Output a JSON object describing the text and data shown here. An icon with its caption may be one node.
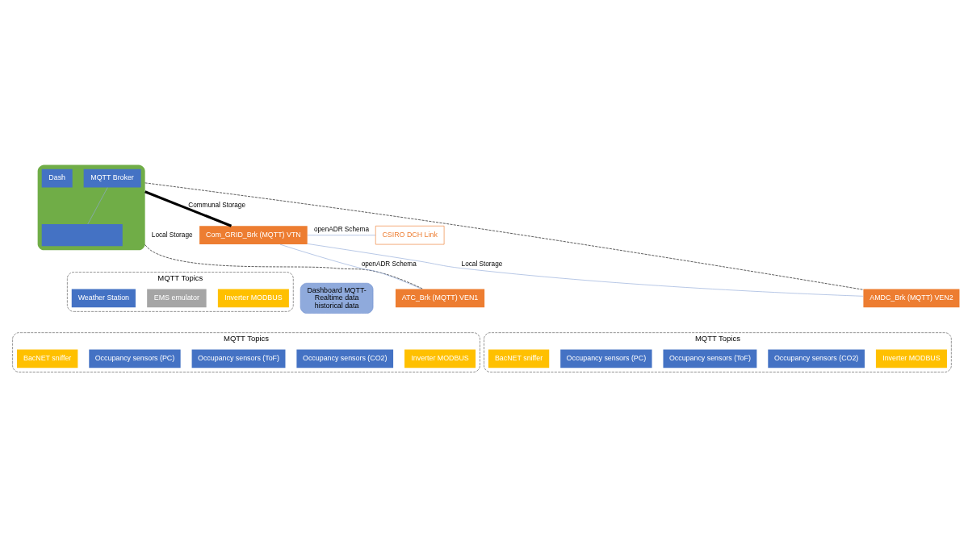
{
  "diagram": {
    "nodes": [
      {
        "text": [],
        "shape": "box"
      },
      {
        "text": [
          "MQTT Broker"
        ],
        "in": 0
      },
      {
        "text": [],
        "shape": "box",
        "in": 0
      },
      {
        "text": [
          "Dash"
        ],
        "in": 0
      },
      {
        "text": [
          "Com_GRID_Brk (MQTT) VTN"
        ]
      },
      {
        "text": [
          "CSIRO DCH Link"
        ]
      },
      {
        "text": [
          "MQTT Topics"
        ]
      },
      {
        "text": [
          "Inverter MODBUS"
        ],
        "in": 6
      },
      {
        "text": [
          "EMS emulator"
        ],
        "in": 6
      },
      {
        "text": [
          "Weather Station"
        ],
        "in": 6
      },
      {
        "text": [
          "Dashboard MQTT- Realtime data historical data"
        ]
      },
      {
        "text": [
          "ATC_Brk (MQTT) VEN1"
        ]
      },
      {
        "text": [
          "AMDC_Brk (MQTT) VEN2"
        ]
      },
      {
        "text": [
          "MQTT Topics"
        ]
      },
      {
        "text": [
          "Inverter MODBUS"
        ],
        "in": 13
      },
      {
        "text": [
          "Occupancy sensors (CO2)"
        ],
        "in": 13
      },
      {
        "text": [
          "Occupancy sensors (ToF)"
        ],
        "in": 13
      },
      {
        "text": [
          "Occupancy sensors (PC)"
        ],
        "in": 13
      },
      {
        "text": [
          "BacNET sniffer"
        ],
        "in": 13
      },
      {
        "text": [
          "MQTT Topics"
        ]
      },
      {
        "text": [
          "Inverter MODBUS"
        ],
        "in": 19
      },
      {
        "text": [
          "Occupancy sensors (CO2)"
        ],
        "in": 19
      },
      {
        "text": [
          "Occupancy sensors (ToF)"
        ],
        "in": 19
      },
      {
        "text": [
          "Occupancy sensors (PC)"
        ],
        "in": 19
      },
      {
        "text": [
          "BacNET sniffer"
        ],
        "in": 19
      }
    ],
    "edges": [
      {
        "from": 1,
        "to": 2,
        "arrow": "none"
      },
      {
        "from": 0,
        "to": 4,
        "arrow": "none",
        "label": "Communal Storage",
        "style": "thick",
        "color": "#000000"
      },
      {
        "from": 4,
        "to": 5,
        "arrow": "none",
        "label": "openADR Schema"
      },
      {
        "from": 0,
        "to": 11,
        "arrow": "none",
        "label": "Local Storage",
        "style": "dashed",
        "color": "#000000"
      },
      {
        "from": 4,
        "to": 11,
        "arrow": "none",
        "label": "openADR Schema"
      },
      {
        "from": 0,
        "to": 12,
        "arrow": "none",
        "style": "dashed",
        "color": "#000000"
      },
      {
        "from": 4,
        "to": 12,
        "arrow": "none",
        "label": "Local Storage"
      }
    ]
  }
}
